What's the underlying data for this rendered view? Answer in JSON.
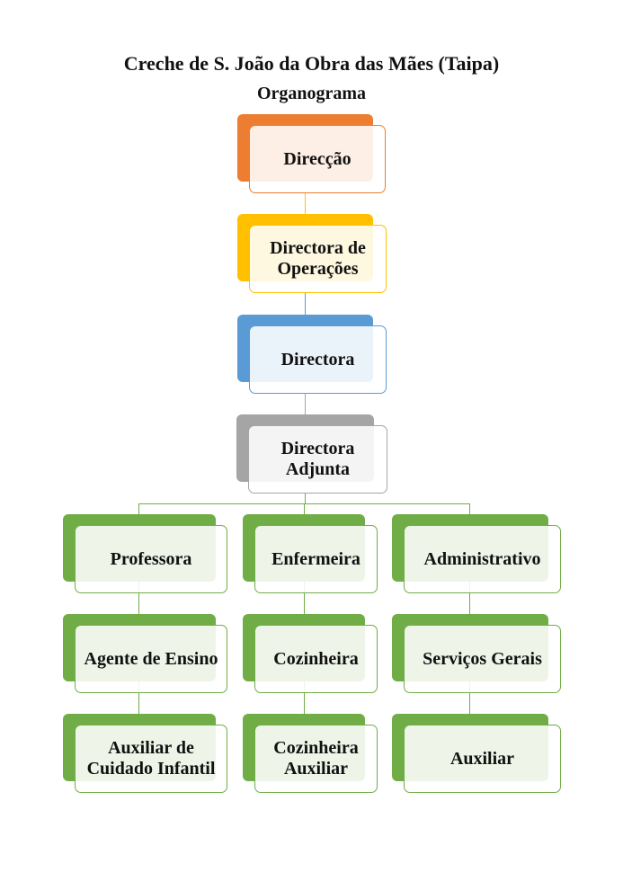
{
  "title": "Creche de S. João da Obra das Mães (Taipa)",
  "subtitle": "Organograma",
  "colors": {
    "orange": "#ED7D31",
    "yellow": "#FFC000",
    "blue": "#5B9BD5",
    "gray": "#A5A5A5",
    "green": "#70AD47"
  },
  "nodes": {
    "direccao": "Direcção",
    "operacoes": "Directora de Operações",
    "directora": "Directora",
    "adjunta": "Directora Adjunta",
    "professora": "Professora",
    "enfermeira": "Enfermeira",
    "administrativo": "Administrativo",
    "agente": "Agente de Ensino",
    "cozinheira": "Cozinheira",
    "servicos": "Serviços Gerais",
    "auxiliar_cuidado": "Auxiliar de Cuidado Infantil",
    "cozinheira_aux": "Cozinheira Auxiliar",
    "auxiliar": "Auxiliar"
  }
}
